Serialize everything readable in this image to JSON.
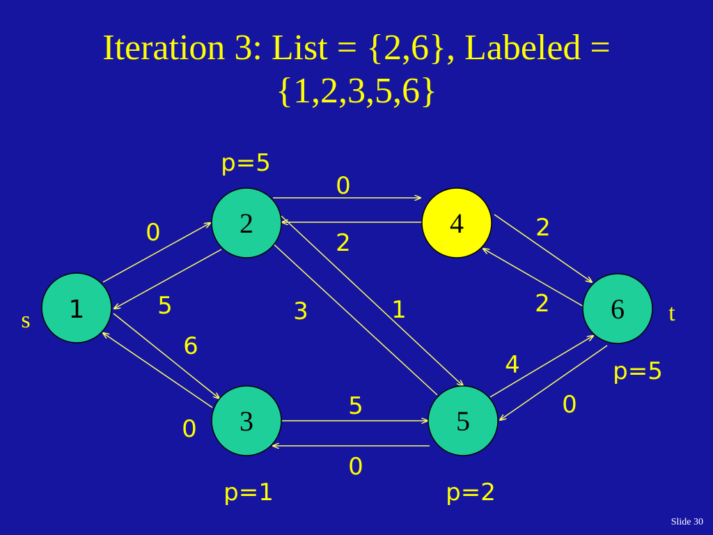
{
  "slide": {
    "title_line1": "Iteration 3: List = {2,6}, Labeled =",
    "title_line2": "{1,2,3,5,6}",
    "footer": "Slide 30"
  },
  "colors": {
    "background": "#1515a0",
    "text": "#ffff00",
    "node_default": "#1fcf9a",
    "node_highlight": "#ffff00",
    "edge": "#ffff66"
  },
  "diagram": {
    "nodes": [
      {
        "id": "1",
        "label": "1",
        "role": "source",
        "highlight": false
      },
      {
        "id": "2",
        "label": "2",
        "highlight": false
      },
      {
        "id": "3",
        "label": "3",
        "highlight": false
      },
      {
        "id": "4",
        "label": "4",
        "highlight": true
      },
      {
        "id": "5",
        "label": "5",
        "highlight": false
      },
      {
        "id": "6",
        "label": "6",
        "role": "sink",
        "highlight": false
      }
    ],
    "source_label": "s",
    "sink_label": "t",
    "node_annotations": {
      "2": "p=5",
      "3": "p=1",
      "5": "p=2",
      "6": "p=5"
    },
    "edges": [
      {
        "from": "1",
        "to": "2",
        "value": "0"
      },
      {
        "from": "2",
        "to": "1",
        "value": "5"
      },
      {
        "from": "1",
        "to": "3",
        "value": "6"
      },
      {
        "from": "3",
        "to": "1",
        "value": "0"
      },
      {
        "from": "2",
        "to": "4",
        "value": "0"
      },
      {
        "from": "4",
        "to": "2",
        "value": "2"
      },
      {
        "from": "2",
        "to": "5",
        "value": "1"
      },
      {
        "from": "5",
        "to": "2",
        "value": "3"
      },
      {
        "from": "3",
        "to": "5",
        "value": "5"
      },
      {
        "from": "5",
        "to": "3",
        "value": "0"
      },
      {
        "from": "4",
        "to": "6",
        "value": "2"
      },
      {
        "from": "6",
        "to": "4",
        "value": "2"
      },
      {
        "from": "5",
        "to": "6",
        "value": "4"
      },
      {
        "from": "6",
        "to": "5",
        "value": "0"
      }
    ]
  }
}
